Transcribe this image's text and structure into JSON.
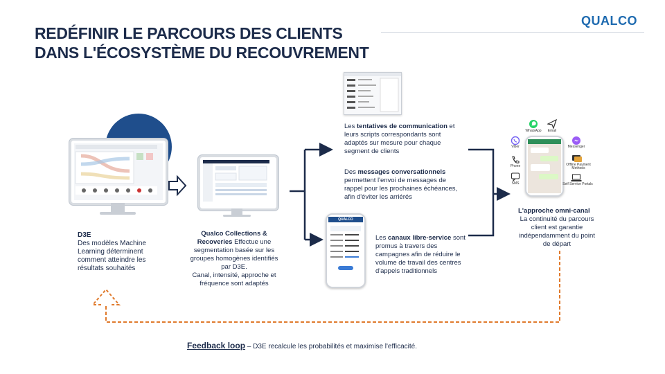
{
  "header": {
    "title_line1": "REDÉFINIR LE PARCOURS DES CLIENTS",
    "title_line2": "DANS L'ÉCOSYSTÈME DU RECOUVREMENT",
    "logo": "QUALCO"
  },
  "d3e": {
    "title": "D3E",
    "body": "Des modèles Machine Learning déterminent comment  atteindre les résultats souhaités"
  },
  "collections": {
    "title": "Qualco Collections & Recoveries",
    "body1": " Effectue une segmentation basée sur les groupes homogènes identifiés par D3E.",
    "body2": "Canal, intensité, approche et fréquence sont adaptés"
  },
  "communication": {
    "prefix": "Les ",
    "bold": "tentatives de communication",
    "rest": " et leurs scripts correspondants sont adaptés sur mesure pour chaque segment de clients"
  },
  "messages": {
    "prefix": "Des ",
    "bold": "messages conversationnels",
    "rest": " permettent l'envoi de messages de rappel pour les prochaines échéances, afin d'éviter les arriérés"
  },
  "selfservice": {
    "prefix": "Les ",
    "bold": "canaux libre-service",
    "rest": " sont promus à travers des campagnes afin de réduire le volume de travail des centres d'appels traditionnels"
  },
  "omni": {
    "title": "L'approche omni-canal",
    "body": "La continuité du parcours client est garantie indépendamment du point de départ"
  },
  "feedback": {
    "label": "Feedback loop",
    "body": " – D3E recalcule les probabilités et maximise l'efficacité."
  },
  "phone_logo": "QUALCO",
  "channels": [
    "WhatsApp",
    "Email",
    "Viber",
    "Messenger",
    "Phone",
    "Offline Payment Methods",
    "SMS",
    "Self Service Portals"
  ],
  "colors": {
    "navy": "#1c2b4a",
    "brand_blue": "#1f6bb0",
    "circle_blue": "#1f4e8c",
    "feedback_orange": "#e07a2c"
  }
}
